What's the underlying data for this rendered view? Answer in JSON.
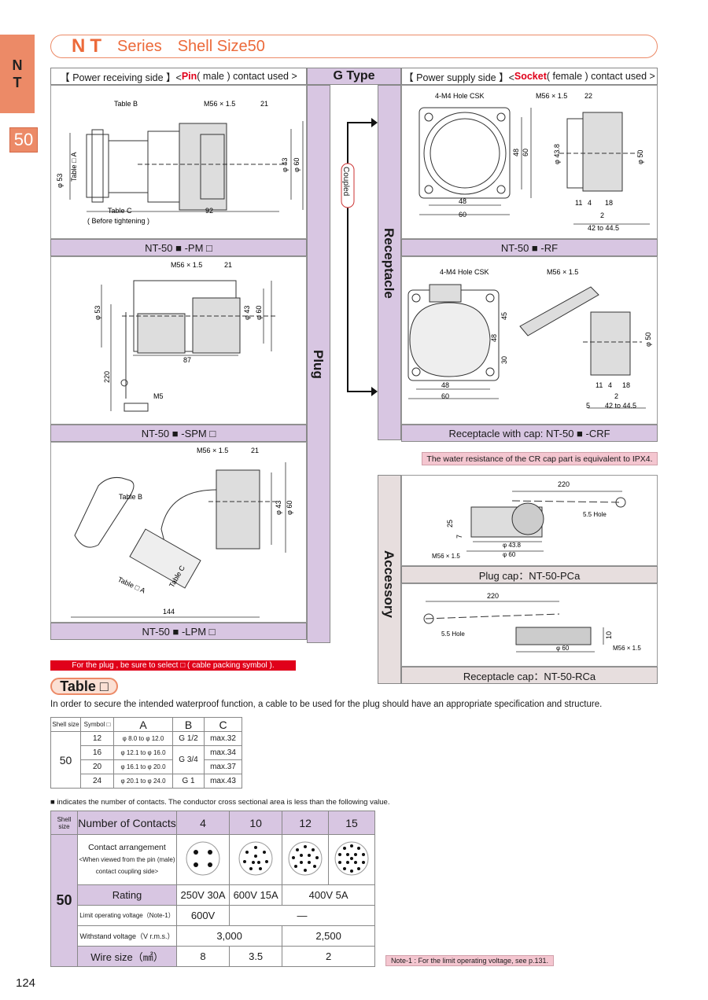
{
  "side_tab": {
    "line1": "N",
    "line2": "T",
    "size": "50"
  },
  "header": {
    "series_code": "NT",
    "series": "Series",
    "shell": "Shell Size",
    "size": "50"
  },
  "left_header": {
    "pre": "【 Power receiving side 】< ",
    "red": "Pin",
    "post": " ( male ) contact used >"
  },
  "gtype": "G Type",
  "right_header": {
    "pre": "【 Power supply side 】< ",
    "red": "Socket",
    "post": " ( female ) contact used >"
  },
  "labels": {
    "pm": "NT-50 ■ -PM □",
    "spm": "NT-50 ■ -SPM □",
    "lpm": "NT-50 ■ -LPM □",
    "rf": "NT-50 ■ -RF",
    "crf": "Receptacle with cap: NT-50 ■ -CRF",
    "pca": "Plug cap：NT-50-PCa",
    "rca": "Receptacle cap：NT-50-RCa"
  },
  "vertical": {
    "plug": "Plug",
    "receptacle": "Receptacle",
    "accessory": "Accessory",
    "coupled": "Coupled"
  },
  "dims": {
    "pm": {
      "tableB": "Table B",
      "m56": "M56 × 1.5",
      "d21": "21",
      "phi53": "φ 53",
      "tableA": "Table □ A",
      "phi43": "φ 43",
      "phi60": "φ 60",
      "tableC": "Table C",
      "before": "( Before tightening )",
      "d92": "92"
    },
    "spm": {
      "m56": "M56 × 1.5",
      "d21": "21",
      "phi53": "φ 53",
      "phi43": "φ 43",
      "phi60": "φ 60",
      "d87": "87",
      "d220": "220",
      "m5": "M5"
    },
    "lpm": {
      "m56": "M56 × 1.5",
      "d21": "21",
      "tableB": "Table B",
      "phi43": "φ 43",
      "phi60": "φ 60",
      "tableA": "Table □ A",
      "tableC": "Table C",
      "d144": "144"
    },
    "rf": {
      "hole": "4-M4 Hole CSK",
      "m56": "M56 × 1.5",
      "d22": "22",
      "d48": "48",
      "d60": "60",
      "phi438": "φ 43.8",
      "phi50": "φ 50",
      "d11": "11",
      "d4": "4",
      "d18": "18",
      "d2": "2",
      "d42": "42 to 44.5"
    },
    "crf": {
      "hole": "4-M4 Hole CSK",
      "m56": "M56 × 1.5",
      "d45": "45",
      "d48": "48",
      "d30": "30",
      "d60": "60",
      "phi50": "φ 50",
      "d11": "11",
      "d4": "4",
      "d18": "18",
      "d2": "2",
      "d5": "5",
      "d42": "42 to 44.5"
    },
    "pca": {
      "d220": "220",
      "hole": "5.5 Hole",
      "d25": "25",
      "d7": "7",
      "phi438": "φ 43.8",
      "phi60": "φ 60",
      "m56": "M56 × 1.5"
    },
    "rca": {
      "d220": "220",
      "hole": "5.5 Hole",
      "d10": "10",
      "phi60": "φ 60",
      "m56": "M56 × 1.5"
    }
  },
  "water_note": "The water resistance of the CR cap part is equivalent to IPX4.",
  "plug_note": "For the plug , be sure to select □ ( cable packing symbol ).",
  "table_title": "Table □",
  "paragraph": "In order to secure the intended waterproof function, a cable to be used for the plug should have an appropriate specification and structure.",
  "table1": {
    "headers": [
      "Shell size",
      "Symbol □",
      "A",
      "B",
      "C"
    ],
    "shell": "50",
    "rows": [
      [
        "12",
        "φ  8.0 to φ 12.0",
        "G 1/2",
        "max.32"
      ],
      [
        "16",
        "φ 12.1 to φ 16.0",
        "G 3/4",
        "max.34"
      ],
      [
        "20",
        "φ 16.1 to φ 20.0",
        "",
        "max.37"
      ],
      [
        "24",
        "φ 20.1 to φ 24.0",
        "G 1",
        "max.43"
      ]
    ]
  },
  "note_contacts": "■ indicates the number of contacts.",
  "note_conductor": "The conductor cross sectional area is less than the following value.",
  "table2": {
    "shell_hdr": "Shell size",
    "contacts_hdr": "Number of Contacts",
    "cols": [
      "4",
      "10",
      "12",
      "15"
    ],
    "shell": "50",
    "arr_title": "Contact arrangement",
    "arr_sub1": "<When viewed from the pin (male)",
    "arr_sub2": "contact coupling side>",
    "rating": "Rating",
    "rating_vals": [
      "250V 30A",
      "600V 15A",
      "400V 5A"
    ],
    "limit": "Limit operating voltage（Note-1）",
    "limit_vals": [
      "600V",
      "—"
    ],
    "withstand": "Withstand voltage（V r.m.s.）",
    "withstand_vals": [
      "3,000",
      "2,500"
    ],
    "wire": "Wire size（㎟）",
    "wire_vals": [
      "8",
      "3.5",
      "2"
    ]
  },
  "note1": "Note-1 : For the limit operating voltage, see p.131.",
  "page_number": "124"
}
